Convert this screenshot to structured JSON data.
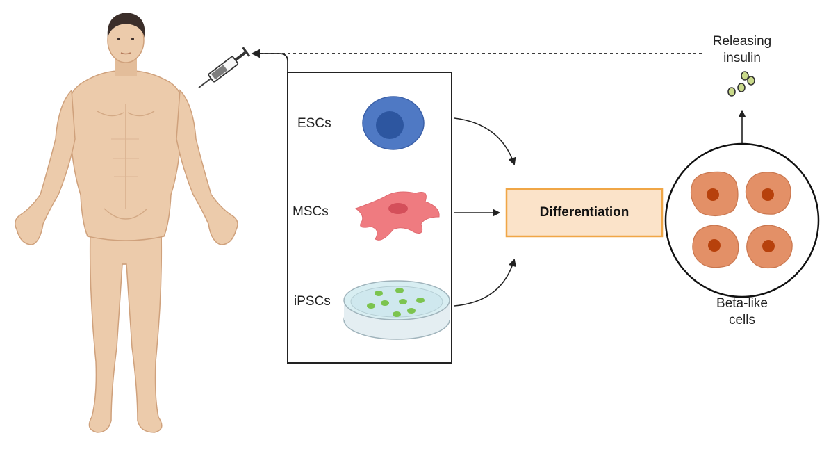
{
  "labels": {
    "escs": "ESCs",
    "mscs": "MSCs",
    "ipscs": "iPSCs",
    "differentiation": "Differentiation",
    "releasing_line1": "Releasing",
    "releasing_line2": "insulin",
    "beta_line1": "Beta-like",
    "beta_line2": "cells"
  },
  "colors": {
    "skin": "#eccbab",
    "skin_shadow": "#d9b08c",
    "hair": "#3b2e2a",
    "esc_outer": "#4f79c4",
    "esc_inner": "#2d56a0",
    "msc_body": "#ef7b80",
    "msc_nucleus": "#d44f5a",
    "dish_fluid": "#d8eef2",
    "dish_cells": "#7cc44f",
    "diff_fill": "#fbe3c9",
    "diff_border": "#f0a646",
    "beta_cell": "#e39067",
    "beta_nucleus": "#b7410c",
    "insulin_granule": "#c9d98a",
    "arrows": "#222222"
  }
}
